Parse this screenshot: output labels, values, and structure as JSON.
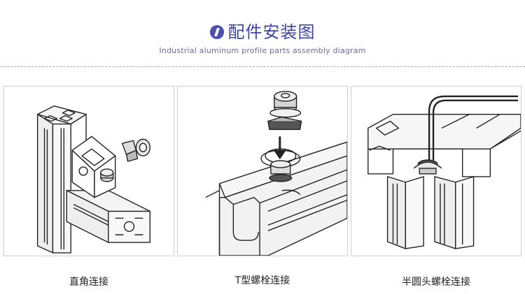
{
  "header": {
    "title": "配件安装图",
    "subtitle": "Industrial aluminum profile parts assembly diagram",
    "badge_icon": "slash-badge-icon",
    "accent_color": "#4b4fb0"
  },
  "panels": [
    {
      "caption": "直角连接",
      "illustration": "right-angle-bracket-illustration"
    },
    {
      "caption": "T型螺栓连接",
      "illustration": "t-bolt-illustration"
    },
    {
      "caption": "半圆头螺栓连接",
      "illustration": "round-head-bolt-illustration"
    }
  ]
}
